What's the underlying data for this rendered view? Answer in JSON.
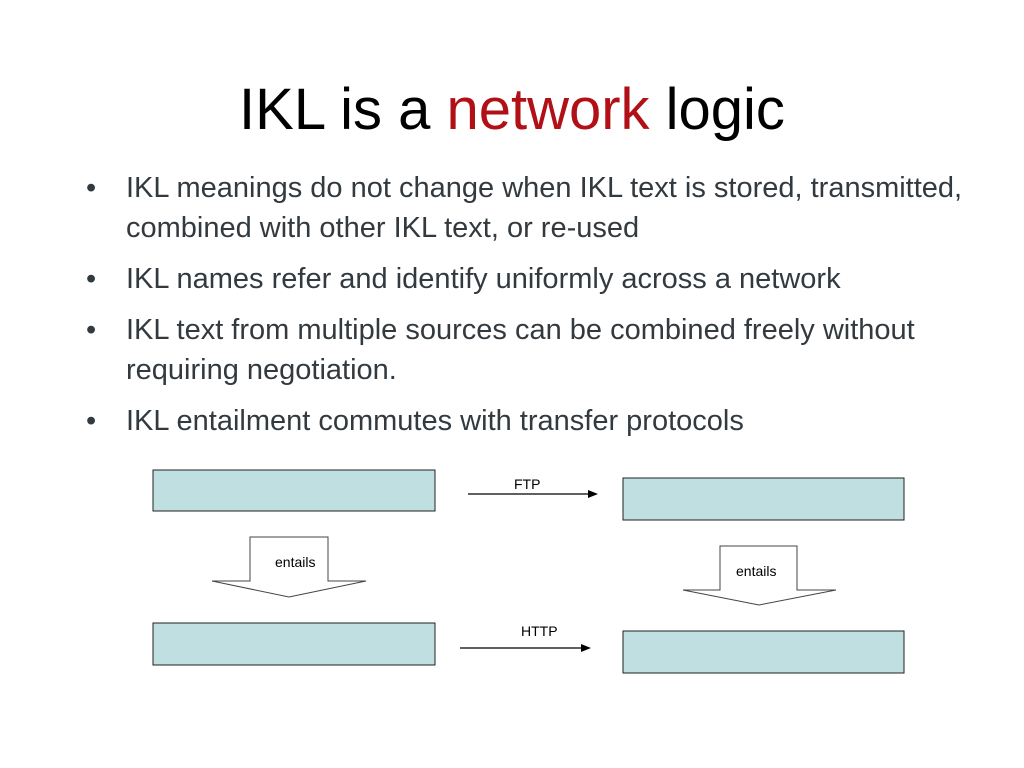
{
  "slide": {
    "title": {
      "part1": "IKL is a ",
      "accent_word": "network",
      "part2": " logic",
      "accent_color": "#b01016"
    },
    "bullet_glyph": "•",
    "bullets": [
      "IKL meanings do not change when IKL text is stored, transmitted, combined with other IKL text, or re-used",
      "IKL names refer and identify uniformly across a network",
      "IKL text from multiple sources can be combined freely without requiring negotiation.",
      "IKL entailment commutes with transfer protocols"
    ]
  },
  "diagram": {
    "box_fill": "#bfdfe0",
    "arrows": {
      "top_protocol": "FTP",
      "bottom_protocol": "HTTP",
      "left_entails": "entails",
      "right_entails": "entails"
    }
  }
}
